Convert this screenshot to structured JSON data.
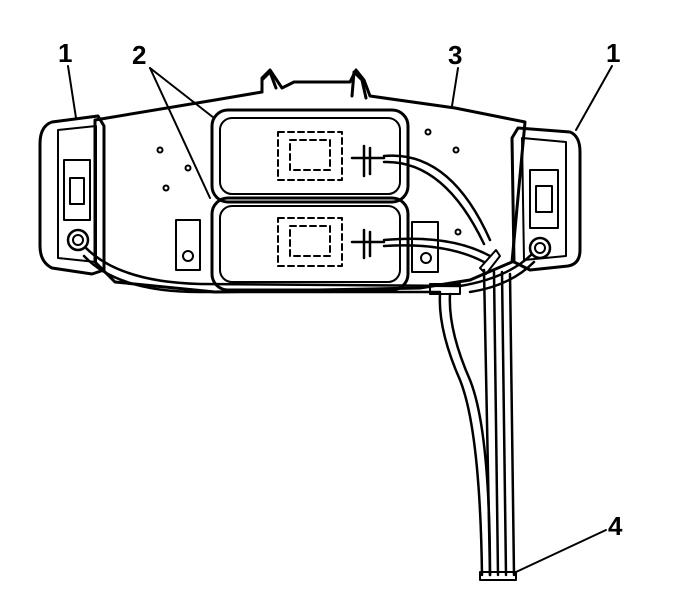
{
  "callouts": {
    "lamp_left": "1",
    "bulb_sockets": "2",
    "housing": "3",
    "lamp_right": "1",
    "harness": "4"
  }
}
